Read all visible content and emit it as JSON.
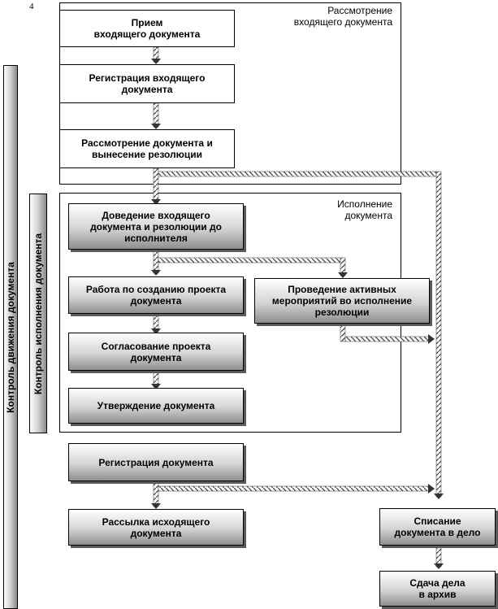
{
  "page_number": "4",
  "frames": {
    "review": "Рассмотрение\nвходящего документа",
    "execution": "Исполнение\nдокумента"
  },
  "sidebars": {
    "movement_control": "Контроль движения документа",
    "execution_control": "Контроль исполнения документа"
  },
  "steps": {
    "receive": "Прием\nвходящего документа",
    "register_incoming": "Регистрация входящего\nдокумента",
    "review_resolution": "Рассмотрение документа и\nвынесение резолюции",
    "deliver_to_executor": "Доведение входящего\nдокумента и резолюции до\nисполнителя",
    "draft_work": "Работа по созданию проекта\nдокумента",
    "active_measures": "Проведение активных\nмероприятий во исполнение\nрезолюции",
    "approve_draft": "Согласование проекта\nдокумента",
    "sign_off": "Утверждение документа",
    "register_document": "Регистрация документа",
    "send_outgoing": "Рассылка исходящего\nдокумента",
    "file_to_case": "Списание\nдокумента в дело",
    "archive_case": "Сдача дела\nв архив"
  }
}
